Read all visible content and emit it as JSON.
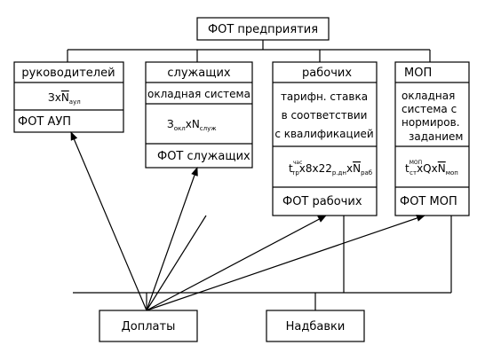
{
  "top": {
    "title": "ФОТ предприятия"
  },
  "columns": [
    {
      "header": "руководителей",
      "formula": {
        "main": "З",
        "mid": "х",
        "n": "N",
        "sub": "аул"
      },
      "fot": "ФОТ АУП"
    },
    {
      "header": "служащих",
      "system": "окладная система",
      "formula": {
        "main": "З",
        "sub1": "окл",
        "mid": "х",
        "n": "N",
        "sub2": "служ"
      },
      "fot": "ФОТ служащих"
    },
    {
      "header": "рабочих",
      "desc": [
        "тарифн. ставка",
        "в соответствии",
        "с квалификацией"
      ],
      "formula": {
        "main": "t",
        "sup": "час",
        "sub1": "тр",
        "mid": "х8х22",
        "sub2": "р.дн",
        "x": "х",
        "n": "N",
        "sub3": "раб"
      },
      "fot": "ФОТ рабочих"
    },
    {
      "header": "МОП",
      "desc": [
        "окладная",
        "система с",
        "нормиров.",
        "заданием"
      ],
      "formula": {
        "main": "t",
        "sup": "МОП",
        "sub1": "ст",
        "mid": "хQх",
        "n": "N",
        "sub2": "моп"
      },
      "fot": "ФОТ МОП"
    }
  ],
  "bottom": {
    "left": "Доплаты",
    "right": "Надбавки"
  }
}
